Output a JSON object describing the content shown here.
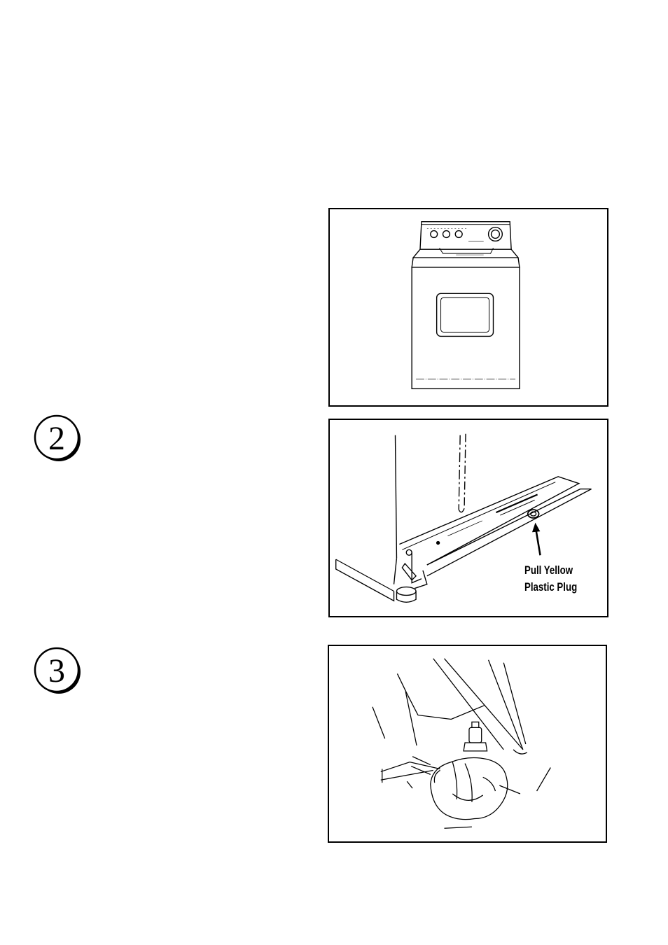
{
  "steps": [
    {
      "number": "2"
    },
    {
      "number": "3"
    }
  ],
  "figure2": {
    "callout_line1": "Pull Yellow",
    "callout_line2": "Plastic Plug"
  }
}
